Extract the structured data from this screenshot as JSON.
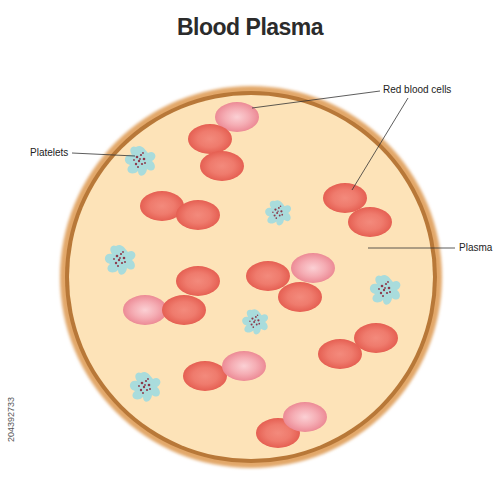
{
  "diagram": {
    "title": "Blood Plasma",
    "labels": [
      "Red blood cells",
      "Platelets",
      "Plasma",
      "204392733"
    ]
  }
}
